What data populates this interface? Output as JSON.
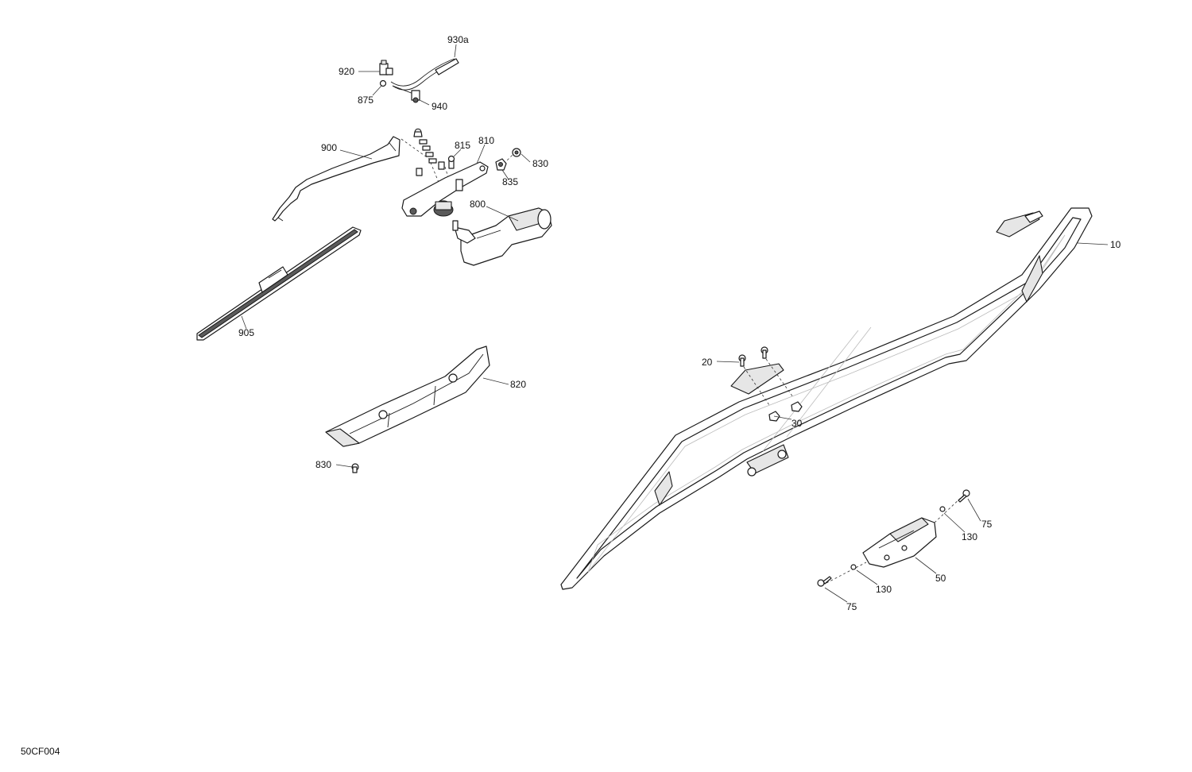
{
  "drawing_id": "50CF004",
  "callouts": [
    {
      "key": "p930a",
      "label": "930a"
    },
    {
      "key": "p920",
      "label": "920"
    },
    {
      "key": "p875",
      "label": "875"
    },
    {
      "key": "p940",
      "label": "940"
    },
    {
      "key": "p900",
      "label": "900"
    },
    {
      "key": "p815",
      "label": "815"
    },
    {
      "key": "p810",
      "label": "810"
    },
    {
      "key": "p830a",
      "label": "830"
    },
    {
      "key": "p835",
      "label": "835"
    },
    {
      "key": "p800",
      "label": "800"
    },
    {
      "key": "p905",
      "label": "905"
    },
    {
      "key": "p820",
      "label": "820"
    },
    {
      "key": "p830b",
      "label": "830"
    },
    {
      "key": "p10",
      "label": "10"
    },
    {
      "key": "p20",
      "label": "20"
    },
    {
      "key": "p30",
      "label": "30"
    },
    {
      "key": "p75a",
      "label": "75"
    },
    {
      "key": "p130a",
      "label": "130"
    },
    {
      "key": "p50",
      "label": "50"
    },
    {
      "key": "p130b",
      "label": "130"
    },
    {
      "key": "p75b",
      "label": "75"
    }
  ]
}
